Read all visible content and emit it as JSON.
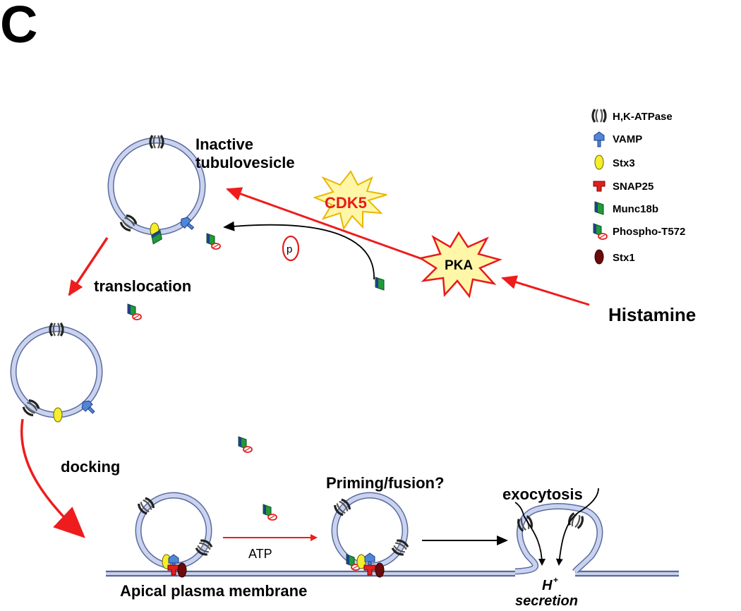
{
  "panel_letter": "C",
  "labels": {
    "inactive_line1": "Inactive",
    "inactive_line2": "tubulovesicle",
    "translocation": "translocation",
    "docking": "docking",
    "priming": "Priming/fusion?",
    "exocytosis": "exocytosis",
    "apical_membrane": "Apical plasma membrane",
    "h_plus": "H",
    "h_plus_sup": "+",
    "secretion": "secretion",
    "atp": "ATP",
    "histamine": "Histamine",
    "cdk5": "CDK5",
    "pka": "PKA",
    "phospho_p": "p"
  },
  "legend": [
    {
      "name": "H,K-ATPase",
      "icon": "hk-atpase-icon"
    },
    {
      "name": "VAMP",
      "icon": "vamp-icon"
    },
    {
      "name": "Stx3",
      "icon": "stx3-icon"
    },
    {
      "name": "SNAP25",
      "icon": "snap25-icon"
    },
    {
      "name": "Munc18b",
      "icon": "munc18b-icon"
    },
    {
      "name": "Phospho-T572",
      "icon": "phospho-t572-icon"
    },
    {
      "name": "Stx1",
      "icon": "stx1-icon"
    }
  ],
  "colors": {
    "arrow_red": "#ee1c1c",
    "membrane_fill": "#c9d3ee",
    "membrane_stroke": "#5b6aa0",
    "vamp_blue": "#4f86d6",
    "stx3_yellow": "#f5ee2a",
    "snap25_red": "#e0201e",
    "munc18b_green": "#1f9b3a",
    "stx1_darkred": "#6b0a0a",
    "burst_fill": "#fff6a8",
    "burst_stroke": "#e81a1a",
    "atpase_dark": "#333333"
  }
}
